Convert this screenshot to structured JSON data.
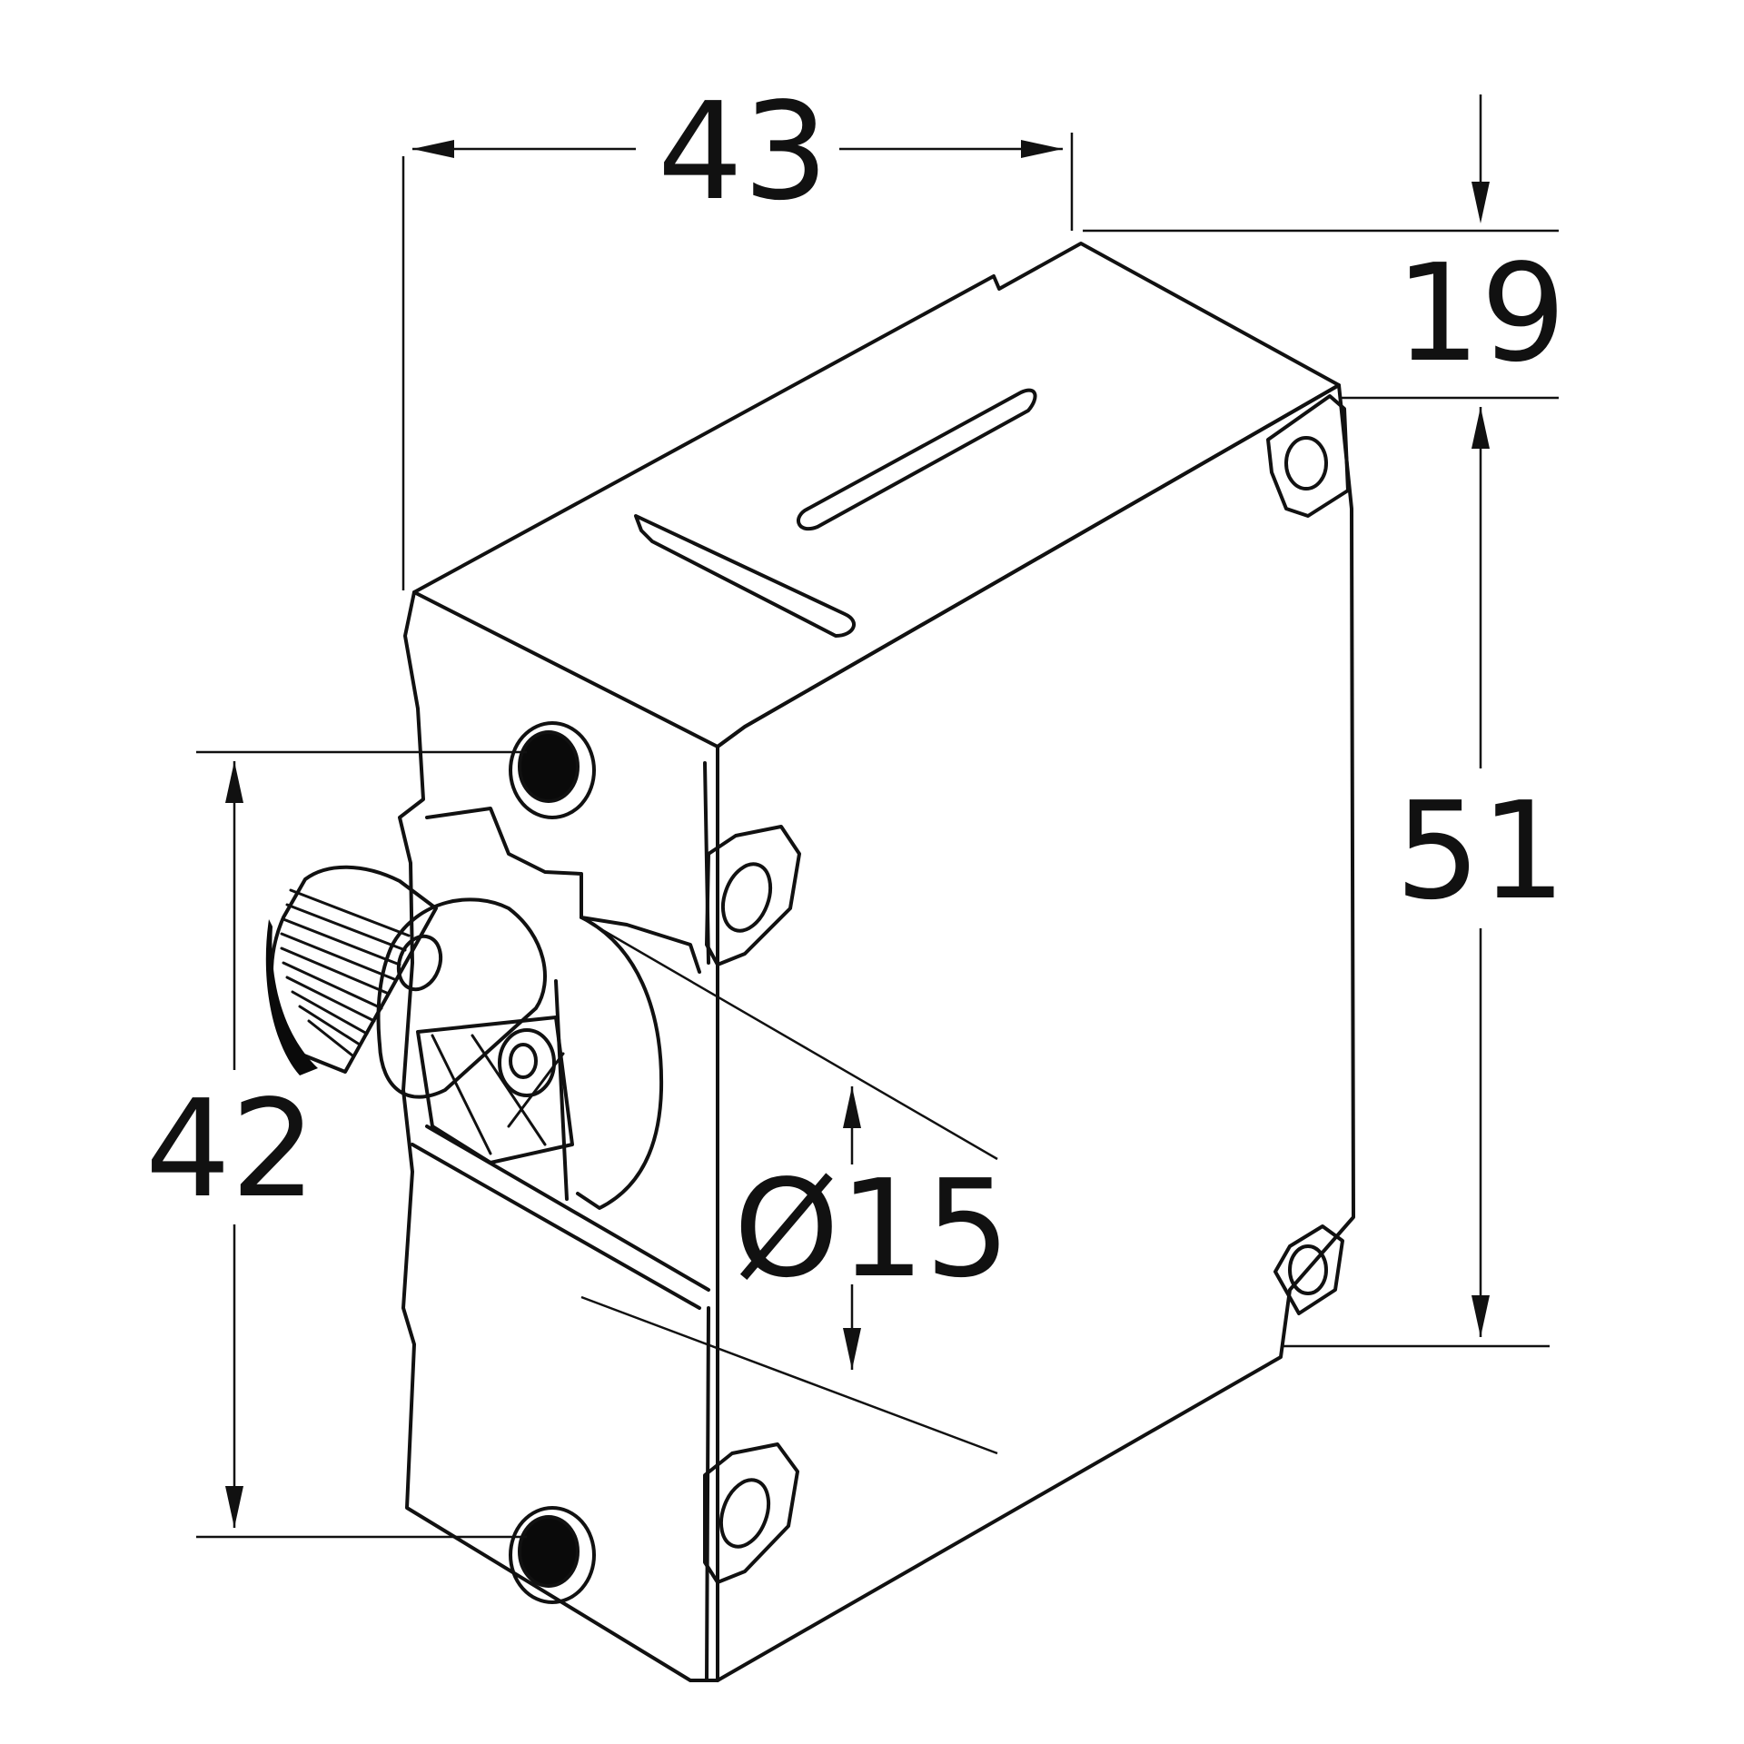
{
  "dimensions": {
    "width": "43",
    "depth": "19",
    "height": "51",
    "mount_spacing": "42",
    "button_diameter": "Ø15"
  },
  "colors": {
    "line": "#111111",
    "background": "#ffffff"
  }
}
